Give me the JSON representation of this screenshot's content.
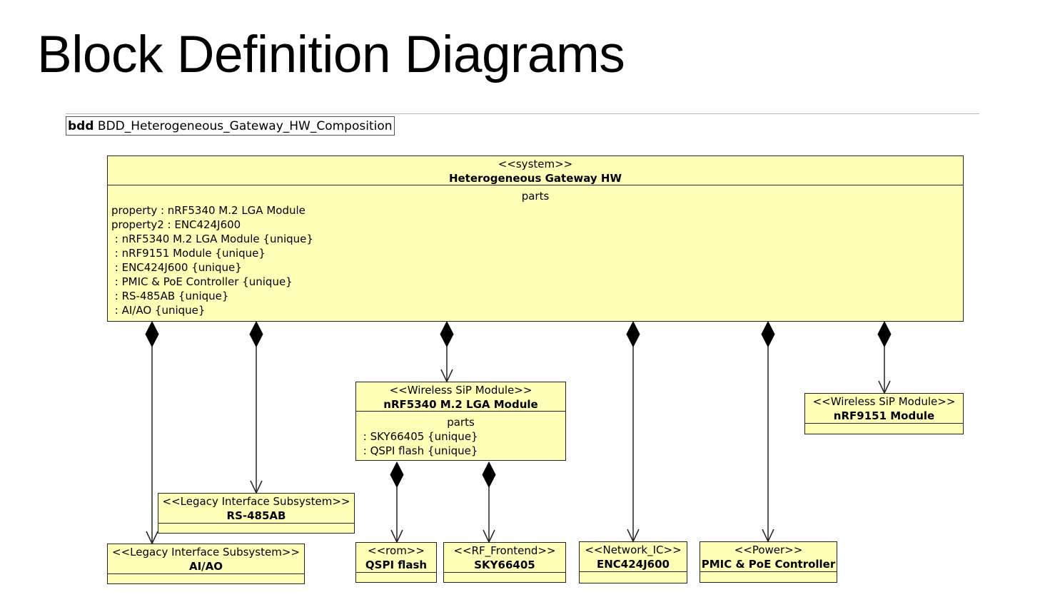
{
  "slide": {
    "title": "Block Definition Diagrams"
  },
  "diagram": {
    "kind": "bdd",
    "name": "BDD_Heterogeneous_Gateway_HW_Composition"
  },
  "blocks": {
    "system": {
      "stereotype": "<<system>>",
      "name": "Heterogeneous Gateway HW",
      "compartment_title": "parts",
      "parts": [
        "property : nRF5340 M.2 LGA Module",
        "property2 : ENC424J600",
        " : nRF5340 M.2 LGA Module {unique}",
        " : nRF9151 Module {unique}",
        " : ENC424J600 {unique}",
        " : PMIC & PoE Controller {unique}",
        " : RS-485AB {unique}",
        " : AI/AO {unique}"
      ]
    },
    "nrf5340": {
      "stereotype": "<<Wireless SiP Module>>",
      "name": "nRF5340 M.2 LGA Module",
      "compartment_title": "parts",
      "parts": [
        " : SKY66405 {unique}",
        " : QSPI flash {unique}"
      ]
    },
    "nrf9151": {
      "stereotype": "<<Wireless SiP Module>>",
      "name": "nRF9151 Module"
    },
    "rs485": {
      "stereotype": "<<Legacy Interface Subsystem>>",
      "name": "RS-485AB"
    },
    "aiao": {
      "stereotype": "<<Legacy Interface Subsystem>>",
      "name": "AI/AO"
    },
    "qspi": {
      "stereotype": "<<rom>>",
      "name": "QSPI flash"
    },
    "sky": {
      "stereotype": "<<RF_Frontend>>",
      "name": "SKY66405"
    },
    "enc": {
      "stereotype": "<<Network_IC>>",
      "name": "ENC424J600"
    },
    "pmic": {
      "stereotype": "<<Power>>",
      "name": "PMIC & PoE Controller"
    }
  },
  "colors": {
    "block_fill": "#ffffb8",
    "line": "#222222"
  }
}
